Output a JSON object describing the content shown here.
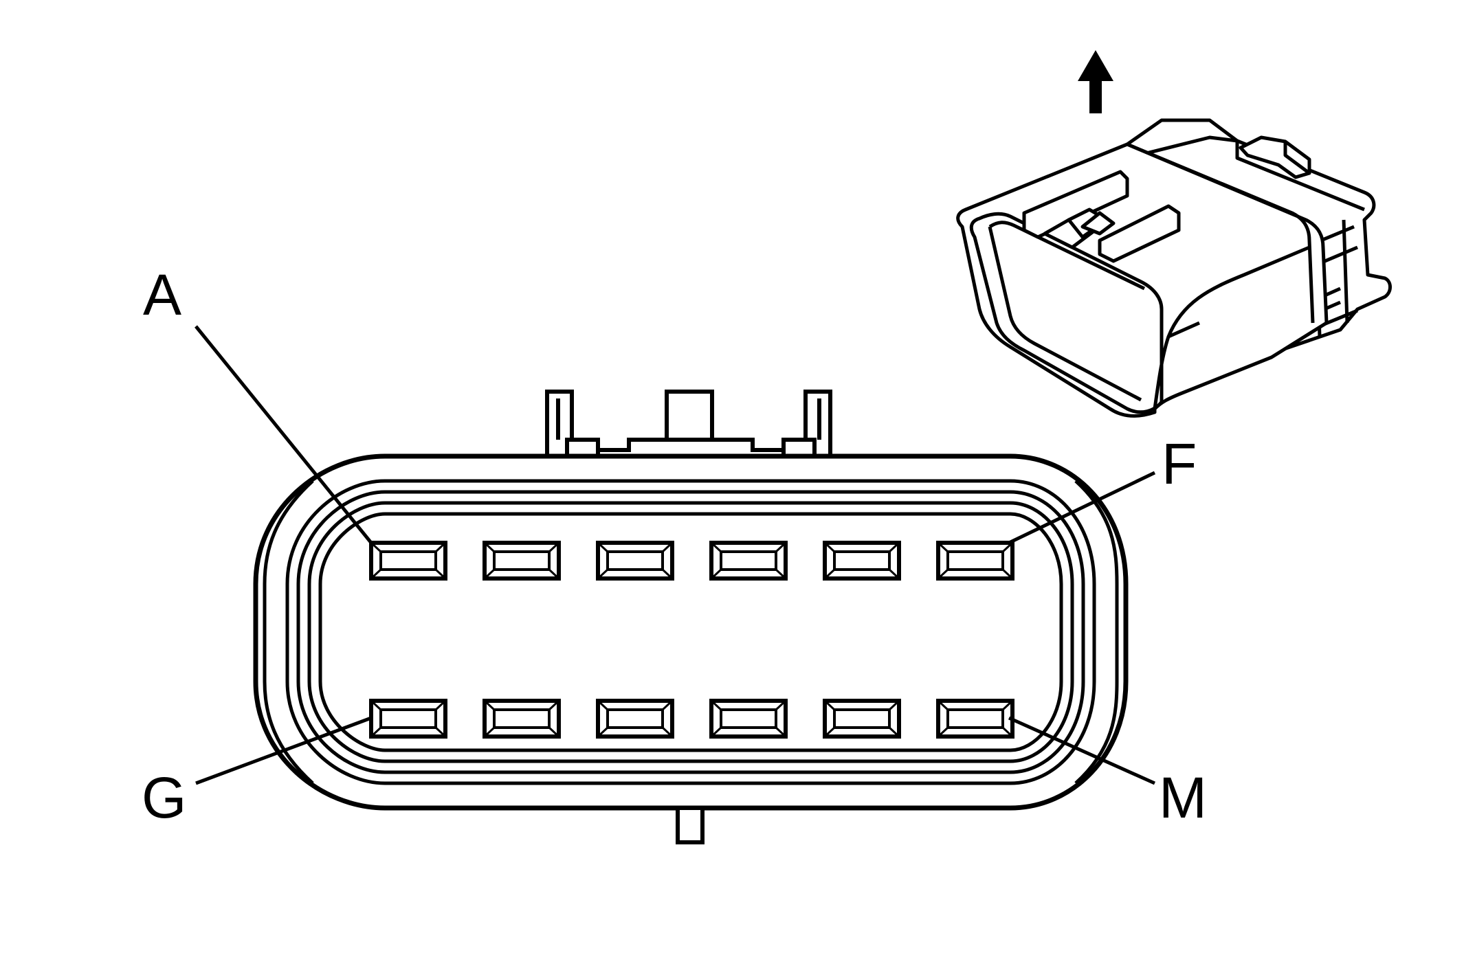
{
  "diagram": {
    "type": "connector-pinout",
    "face_view": {
      "rows": 2,
      "pins_per_row": 6,
      "callouts": {
        "top_left": "A",
        "top_right": "F",
        "bottom_left": "G",
        "bottom_right": "M"
      }
    },
    "perspective_view": {
      "arrow_icon": "up-arrow-icon"
    }
  }
}
